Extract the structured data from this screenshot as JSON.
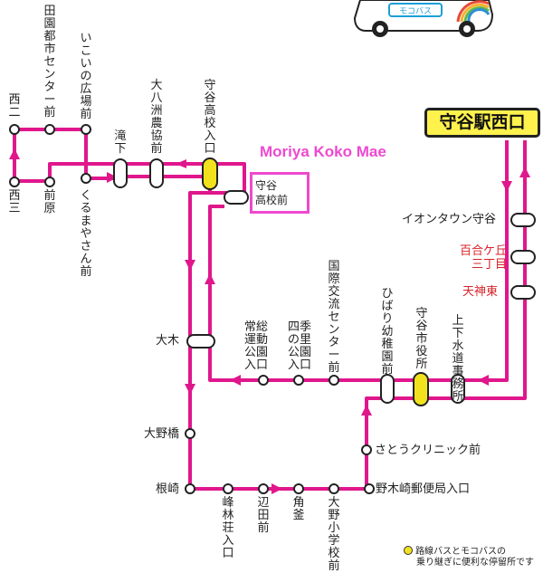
{
  "terminal": "守谷駅西口",
  "annotation": "Moriya Koko Mae",
  "highlight_stop": "守谷\n高校前",
  "stops": {
    "nishi_ni": "西二",
    "nishi_san": "西三",
    "denen": "田園都市センター前",
    "ikoi": "いこいの広場前",
    "maehara": "前原",
    "kurumaya": "くるまやさん前",
    "takishita": "滝下",
    "obayashi": "大八洲農協前",
    "koko_iriguchi": "守谷高校入口",
    "aeon": "イオンタウン守谷",
    "yurigaoka": "百合ケ丘\n三丁目",
    "tenjin": "天神東",
    "kokusai": "国際交流センター前",
    "hibari": "ひばり幼稚園前",
    "shiyakusho": "守谷市役所",
    "jogesuido": "上下水道事務所",
    "shiki": "四季の里公園入口",
    "joso": "常総運動公園入口",
    "oki": "大木",
    "onobashi": "大野橋",
    "nezaki": "根崎",
    "minebayashi": "峰林荘入口",
    "henda": "辺田前",
    "kakugama": "角釜",
    "ono_sho": "大野小学校前",
    "sato": "さとうクリニック前",
    "nogi": "野木崎郵便局入口"
  },
  "legend": {
    "line1": "路線バスとモコバスの",
    "line2": "乗り継ぎに便利な停留所です"
  },
  "bus_sign": "モコバス",
  "colors": {
    "route": "#e0178c",
    "transfer": "#f2e21e",
    "annotation": "#ee49cf",
    "terminal": "#fff24d"
  }
}
